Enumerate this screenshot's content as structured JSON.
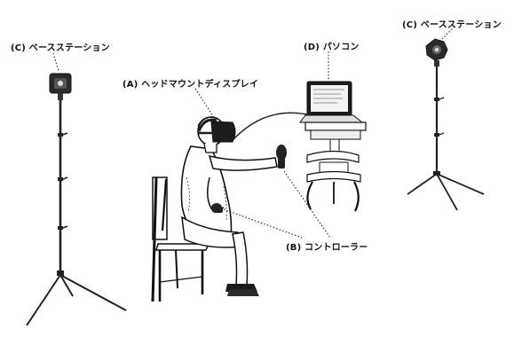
{
  "labels": {
    "base_station_left": "(C) ベースステーション",
    "base_station_right": "(C) ベースステーション",
    "pc": "(D) パソコン",
    "hmd": "(A) ヘッドマウントディスプレイ",
    "controller": "(B) コントローラー"
  }
}
